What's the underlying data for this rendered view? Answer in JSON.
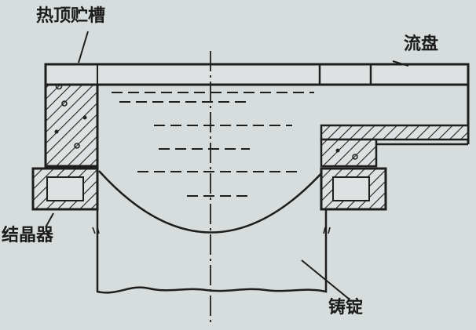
{
  "diagram": {
    "labels": {
      "hot_top_reservoir": "热顶贮槽",
      "launder": "流盘",
      "crystallizer": "结晶器",
      "ingot": "铸锭"
    },
    "colors": {
      "background": "#d7dcdd",
      "stroke": "#1e1e1e",
      "hatch": "#222222",
      "face": "#dde1e2"
    }
  }
}
